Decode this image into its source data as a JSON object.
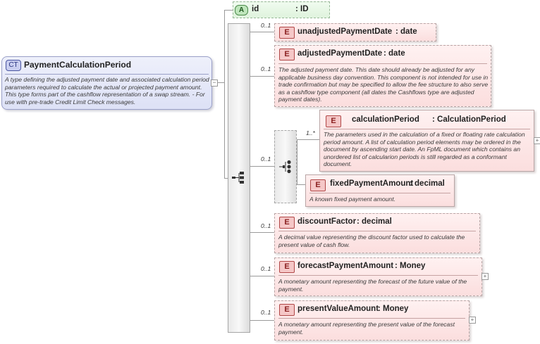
{
  "complex_type": {
    "badge": "CT",
    "name": "PaymentCalculationPeriod",
    "doc": "A type defining the adjusted payment date and associated calculation period parameters required to calculate the actual or projected payment amount. This type forms part of the cashflow representation of a swap stream. - For use with pre-trade Credit Limit Check messages."
  },
  "attribute": {
    "badge": "A",
    "name": "id",
    "type": ": ID"
  },
  "element_badge": "E",
  "elements": [
    {
      "card": "0..1",
      "name": "unadjustedPaymentDate",
      "type": ": date",
      "doc": ""
    },
    {
      "card": "0..1",
      "name": "adjustedPaymentDate",
      "type": ": date",
      "doc": "The adjusted payment date. This date should already be adjusted for any applicable business day convention. This component is not intended for use in trade confirmation but may be specified to allow the fee structure to also serve as a cashflow type component (all dates the Cashflows type are adjusted payment dates)."
    },
    {
      "card": "1..*",
      "name": "calculationPeriod",
      "type": ": CalculationPeriod",
      "doc": "The parameters used in the calculation of a fixed or floating rate calculation period amount. A list of calculation period elements may be ordered in the document by ascending start date. An FpML document which contains an unordered list of calcularion periods is still regarded as a conformant document."
    },
    {
      "card": "",
      "name": "fixedPaymentAmount",
      "type": ": decimal",
      "doc": "A known fixed payment amount."
    },
    {
      "card": "0..1",
      "name": "discountFactor",
      "type": ": decimal",
      "doc": "A decimal value representing the discount factor used to calculate the present value of cash flow."
    },
    {
      "card": "0..1",
      "name": "forecastPaymentAmount",
      "type": ": Money",
      "doc": "A monetary amount representing the forecast of the future value of the payment."
    },
    {
      "card": "0..1",
      "name": "presentValueAmount",
      "type": ": Money",
      "doc": "A monetary amount representing the present value of the forecast payment."
    }
  ],
  "choice_card": "0..1",
  "icons": {
    "sequence": "sequence-compositor-icon",
    "choice": "choice-compositor-icon"
  }
}
